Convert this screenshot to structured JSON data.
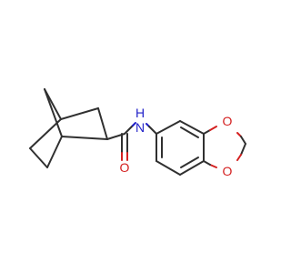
{
  "colors": {
    "background": "#ffffff",
    "carbon_bond": "#303030",
    "nitrogen": "#1f1fc8",
    "oxygen": "#d42020"
  },
  "atom_labels": {
    "nitrogen": "N",
    "hydrogen": "H",
    "oxygen_carbonyl": "O",
    "oxygen_ring_top": "O",
    "oxygen_ring_bottom": "O"
  }
}
